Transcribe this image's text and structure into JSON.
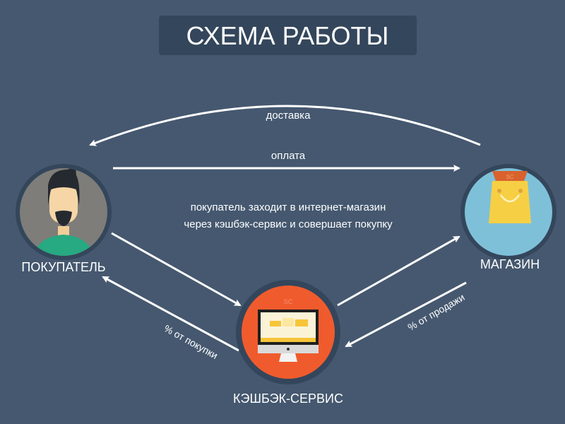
{
  "title": "СХЕМА РАБОТЫ",
  "nodes": {
    "buyer": {
      "label": "ПОКУПАТЕЛЬ"
    },
    "shop": {
      "label": "МАГАЗИН",
      "bag_mark": "SC"
    },
    "cashback": {
      "label": "КЭШБЭК-СЕРВИС",
      "mark": "SC"
    }
  },
  "arrows": {
    "delivery": "доставка",
    "payment": "оплата",
    "note_line1": "покупатель заходит в интернет-магазин",
    "note_line2": "через кэшбэк-сервис и совершает покупку",
    "purchase_percent": "% от покупки",
    "sale_percent": "% от продажи"
  },
  "colors": {
    "background": "#45586f",
    "title_box": "#34465b",
    "buyer_circle": "#7e7d79",
    "shop_circle": "#7fc0d9",
    "cashback_circle": "#f05b2d",
    "bag": "#f6cf45"
  }
}
